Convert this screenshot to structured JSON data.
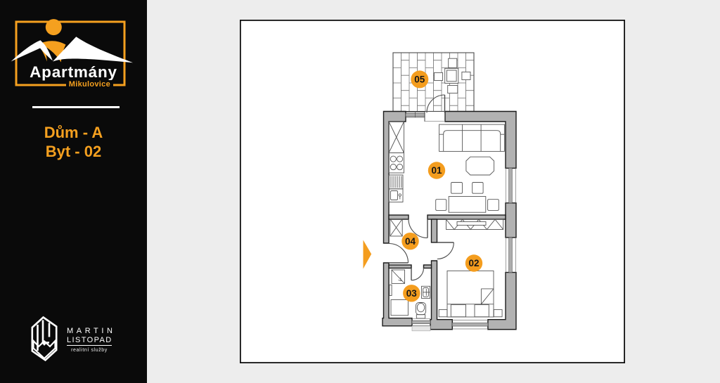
{
  "sidebar": {
    "logo": {
      "title": "Apartmány",
      "subtitle": "Mikulovice"
    },
    "unit": {
      "line1": "Dům - A",
      "line2": "Byt - 02"
    },
    "agency": {
      "name_line1": "MARTIN",
      "name_line2": "LISTOPAD",
      "tagline": "realitní služby"
    }
  },
  "plan": {
    "rooms": [
      {
        "number": "01"
      },
      {
        "number": "02"
      },
      {
        "number": "03"
      },
      {
        "number": "04"
      },
      {
        "number": "05"
      }
    ],
    "colors": {
      "accent": "#f49d1e",
      "wall_fill": "#b5b5b5",
      "background": "#ededed",
      "sidebar": "#0a0a0a"
    }
  }
}
